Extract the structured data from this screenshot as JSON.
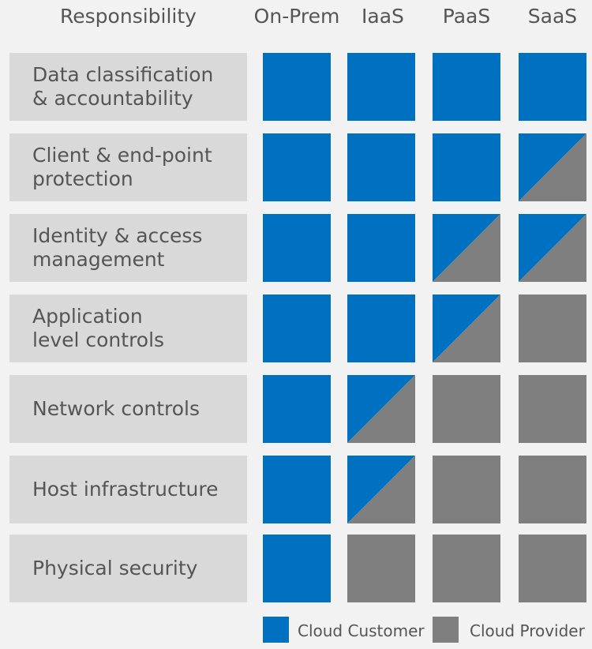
{
  "headers": {
    "responsibility": "Responsibility",
    "columns": [
      "On-Prem",
      "IaaS",
      "PaaS",
      "SaaS"
    ]
  },
  "rows": [
    {
      "line1": "Data classification",
      "line2": "& accountability",
      "cells": [
        "customer",
        "customer",
        "customer",
        "customer"
      ]
    },
    {
      "line1": "Client & end-point",
      "line2": "protection",
      "cells": [
        "customer",
        "customer",
        "customer",
        "shared"
      ]
    },
    {
      "line1": "Identity & access",
      "line2": "management",
      "cells": [
        "customer",
        "customer",
        "shared",
        "shared"
      ]
    },
    {
      "line1": "Application",
      "line2": "level controls",
      "cells": [
        "customer",
        "customer",
        "shared",
        "provider"
      ]
    },
    {
      "line1": "Network controls",
      "line2": "",
      "cells": [
        "customer",
        "shared",
        "provider",
        "provider"
      ]
    },
    {
      "line1": "Host infrastructure",
      "line2": "",
      "cells": [
        "customer",
        "shared",
        "provider",
        "provider"
      ]
    },
    {
      "line1": "Physical security",
      "line2": "",
      "cells": [
        "customer",
        "provider",
        "provider",
        "provider"
      ]
    }
  ],
  "legend": {
    "customer_label": "Cloud Customer",
    "provider_label": "Cloud Provider"
  },
  "colors": {
    "customer": "#0070c0",
    "provider": "#7f7f7f",
    "label_bg": "#d9d9d9",
    "background": "#f2f2f2"
  }
}
